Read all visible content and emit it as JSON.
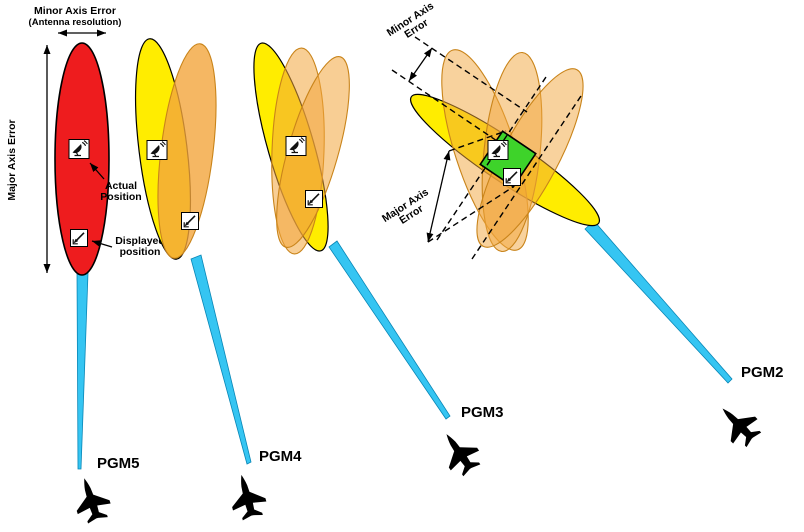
{
  "diagram": {
    "annotations": {
      "minor_axis_title": "Minor Axis Error",
      "minor_axis_subtitle": "(Antenna resolution)",
      "major_axis_left": "Major Axis Error",
      "actual_position_line1": "Actual",
      "actual_position_line2": "Position",
      "displayed_position_line1": "Displayed",
      "displayed_position_line2": "position",
      "minor_axis_right_line1": "Minor Axis",
      "minor_axis_right_line2": "Error",
      "major_axis_right_line1": "Major Axis",
      "major_axis_right_line2": "Error"
    },
    "platforms": [
      {
        "label": "PGM5"
      },
      {
        "label": "PGM4"
      },
      {
        "label": "PGM3"
      },
      {
        "label": "PGM2"
      }
    ],
    "colors": {
      "red_ellipse": "#ee1c1e",
      "yellow_ellipse": "#ffed00",
      "orange_ellipse": "#f2a53c",
      "green_intersection": "#3ed32a",
      "beam": "#35c5f2",
      "icon_box": "#ffffff",
      "annotation": "#000000"
    },
    "icons": {
      "antenna": "radar-antenna-icon",
      "displayed_position": "impact-arrow-icon",
      "aircraft": "fighter-jet-icon"
    }
  }
}
